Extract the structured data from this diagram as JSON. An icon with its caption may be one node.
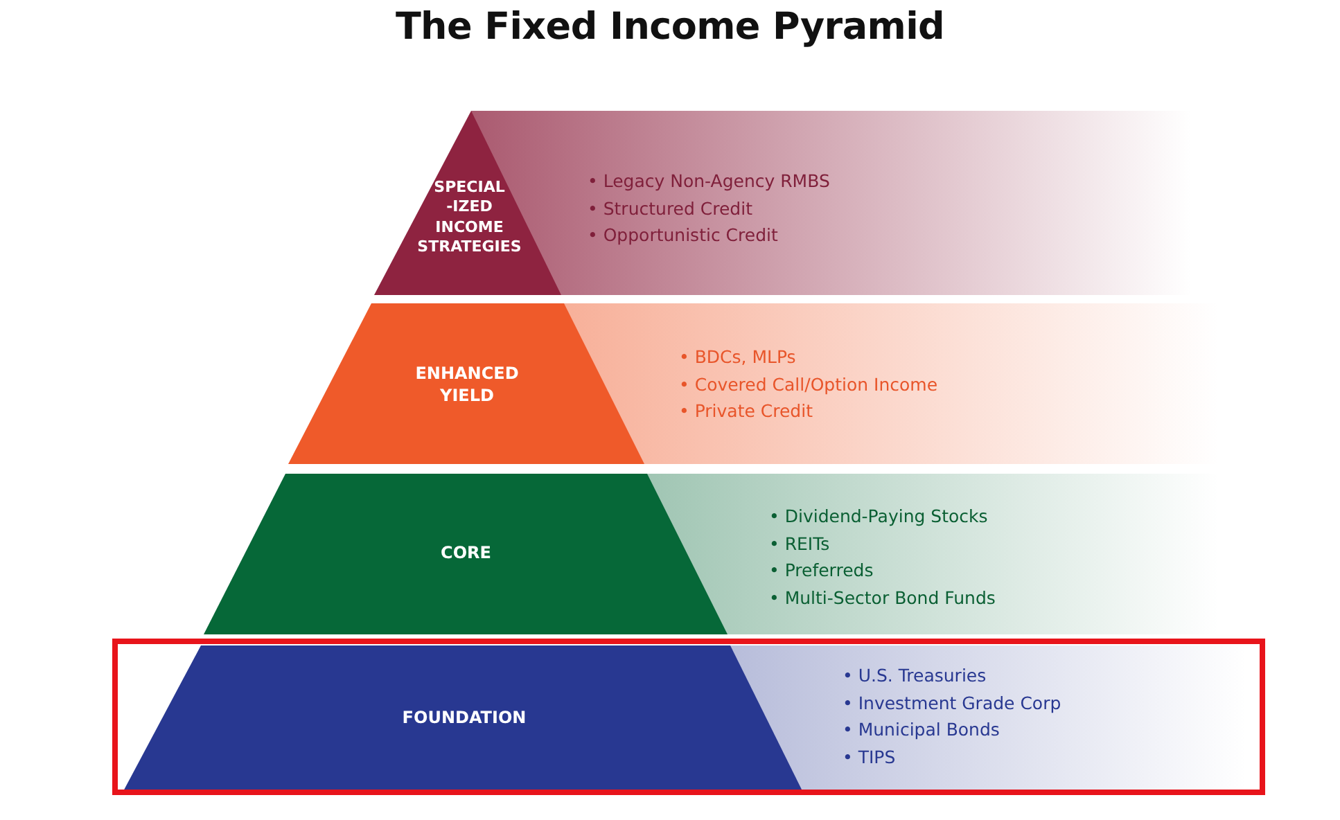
{
  "diagram": {
    "title": "The Fixed Income Pyramid",
    "nodes": [
      {
        "text": [
          "SPECIAL -IZED INCOME STRATEGIES"
        ],
        "beside": [
          "• Legacy Non-Agency RMBS",
          "• Structured Credit",
          "• Opportunistic Credit"
        ]
      },
      {
        "text": [
          "ENHANCED YIELD"
        ],
        "beside": [
          "• BDCs, MLPs",
          "• Covered Call/Option Income",
          "• Private Credit"
        ]
      },
      {
        "text": [
          "CORE"
        ],
        "beside": [
          "• Dividend-Paying Stocks",
          "• REITs",
          "• Preferreds",
          "• Multi-Sector Bond Funds"
        ]
      },
      {
        "text": [
          "FOUNDATION"
        ],
        "beside": [
          "• U.S. Treasuries",
          "• Investment Grade Corp",
          "• Municipal Bonds",
          "• TIPS"
        ]
      }
    ],
    "edges": []
  }
}
